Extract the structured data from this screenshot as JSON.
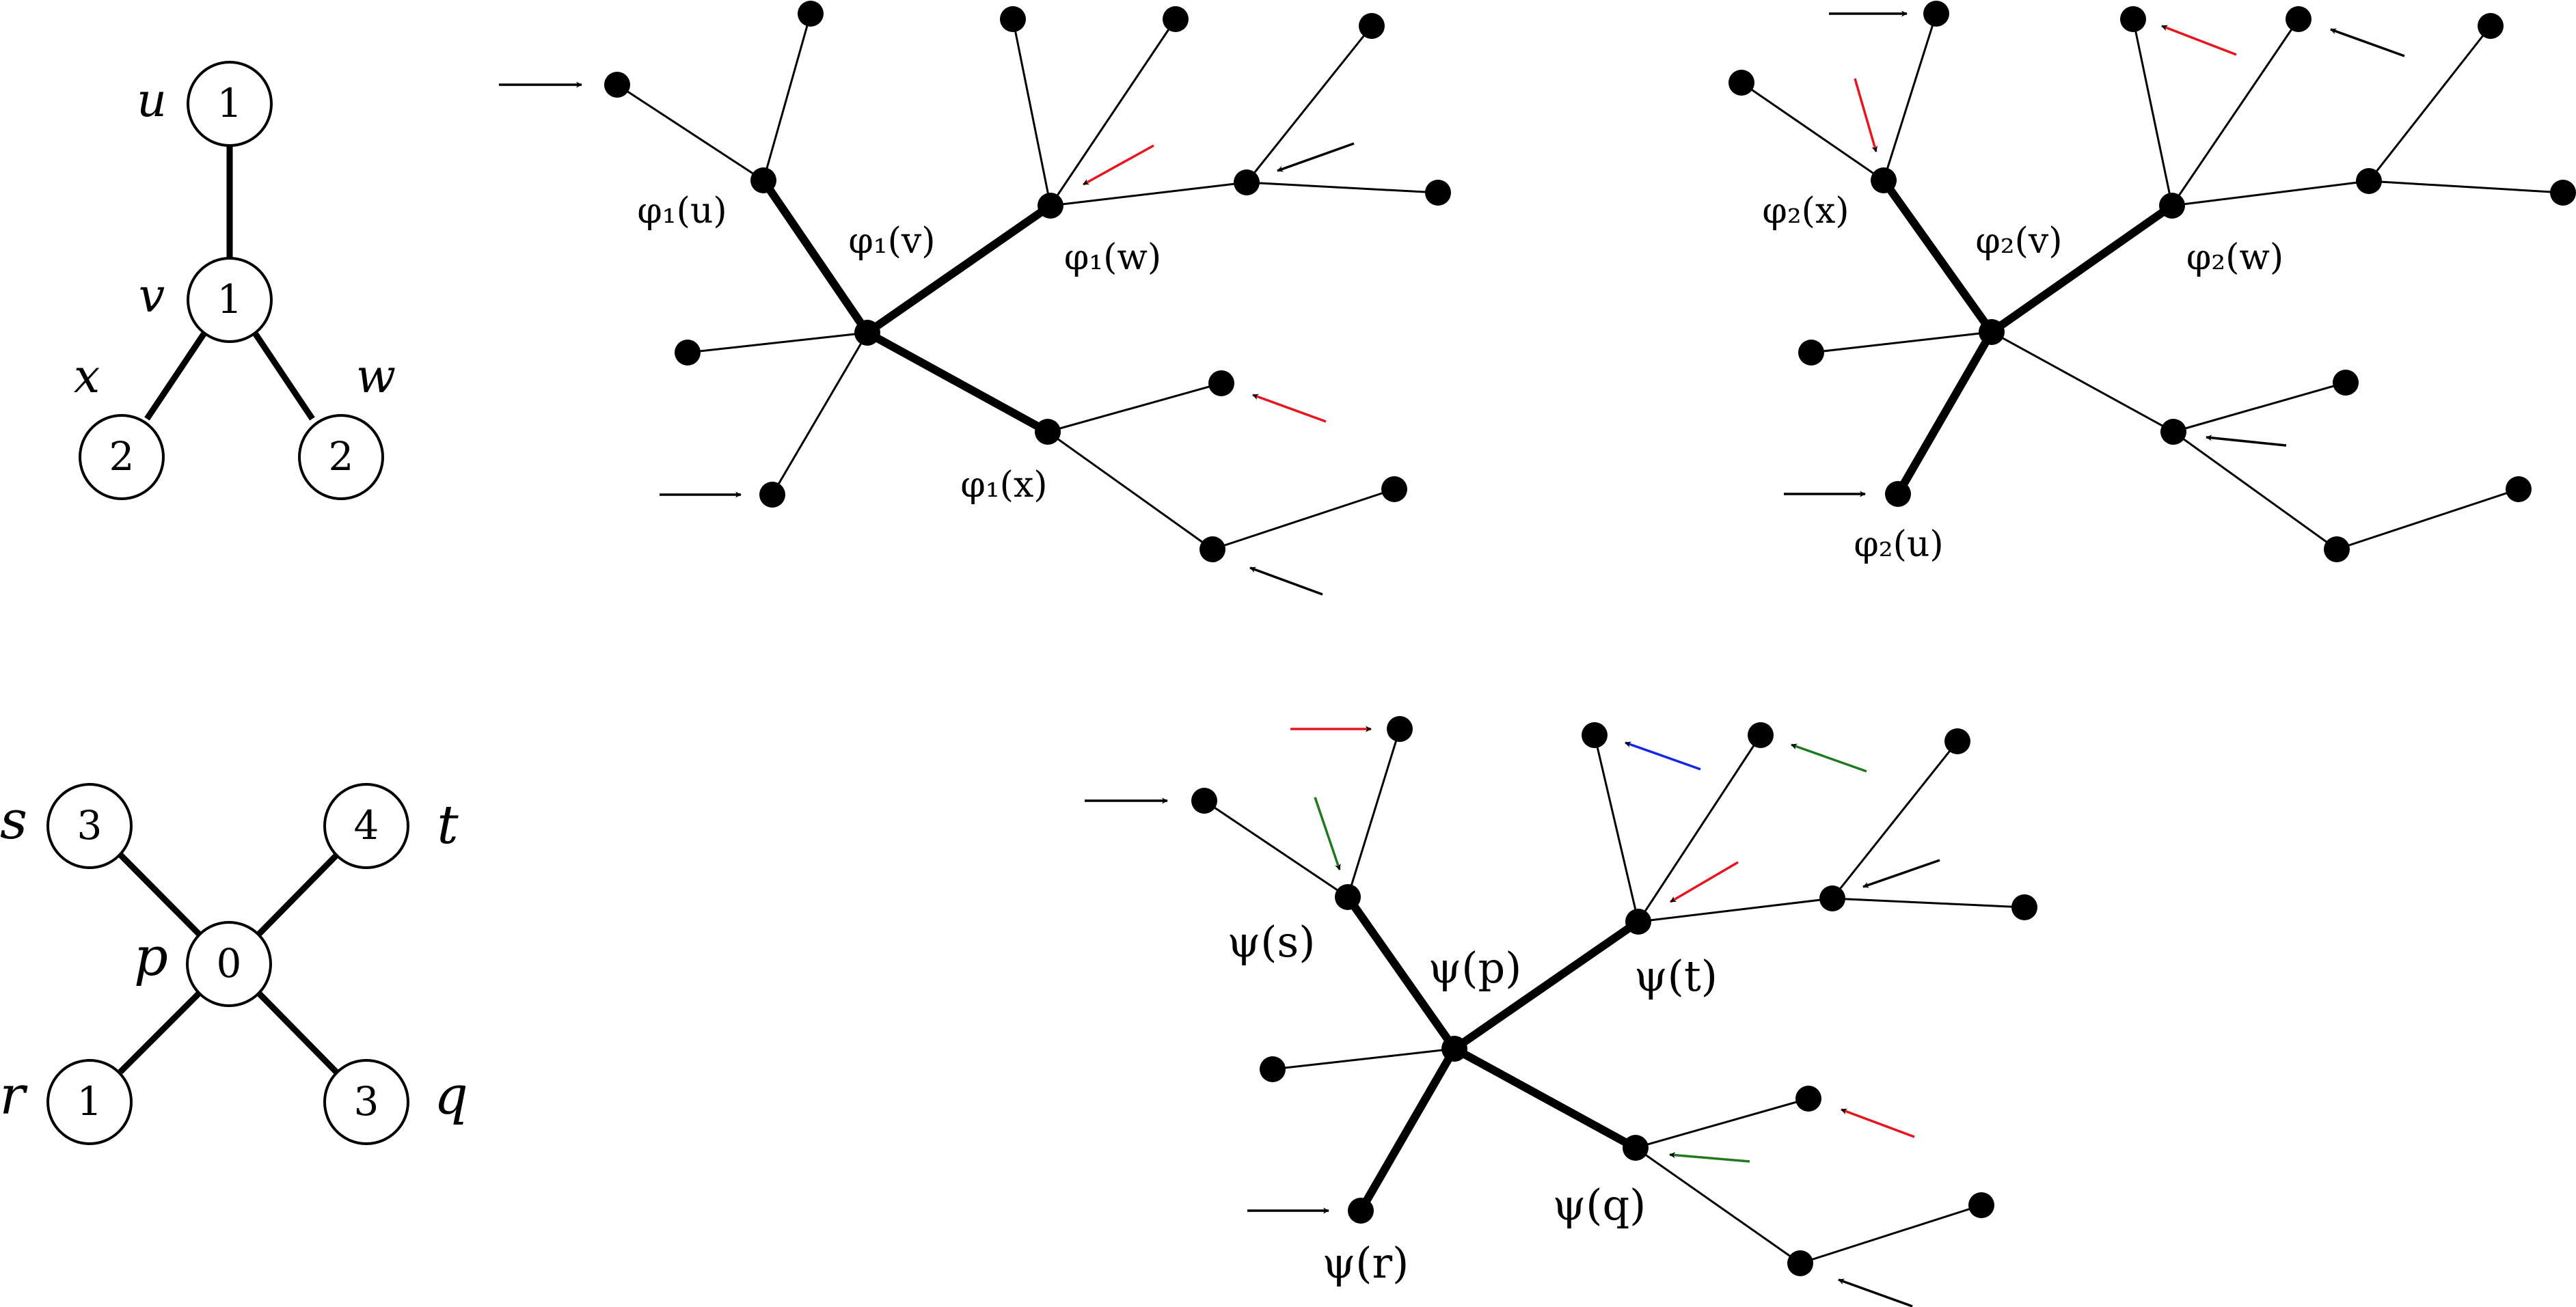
{
  "colors": {
    "ink": "#000000",
    "red": "#e8141e",
    "green": "#1f7a1f",
    "blue": "#1426e8"
  },
  "graphs": {
    "g1": {
      "u": {
        "name": "u",
        "weight": "1"
      },
      "v": {
        "name": "v",
        "weight": "1"
      },
      "x": {
        "name": "x",
        "weight": "2"
      },
      "w": {
        "name": "w",
        "weight": "2"
      }
    },
    "g2": {
      "s": {
        "name": "s",
        "weight": "3"
      },
      "t": {
        "name": "t",
        "weight": "4"
      },
      "p": {
        "name": "p",
        "weight": "0"
      },
      "r": {
        "name": "r",
        "weight": "1"
      },
      "q": {
        "name": "q",
        "weight": "3"
      }
    }
  },
  "labels": {
    "phi1_u": "φ₁(u)",
    "phi1_v": "φ₁(v)",
    "phi1_w": "φ₁(w)",
    "phi1_x": "φ₁(x)",
    "phi2_x": "φ₂(x)",
    "phi2_v": "φ₂(v)",
    "phi2_w": "φ₂(w)",
    "phi2_u": "φ₂(u)",
    "psi_s": "ψ(s)",
    "psi_p": "ψ(p)",
    "psi_t": "ψ(t)",
    "psi_q": "ψ(q)",
    "psi_r": "ψ(r)"
  }
}
